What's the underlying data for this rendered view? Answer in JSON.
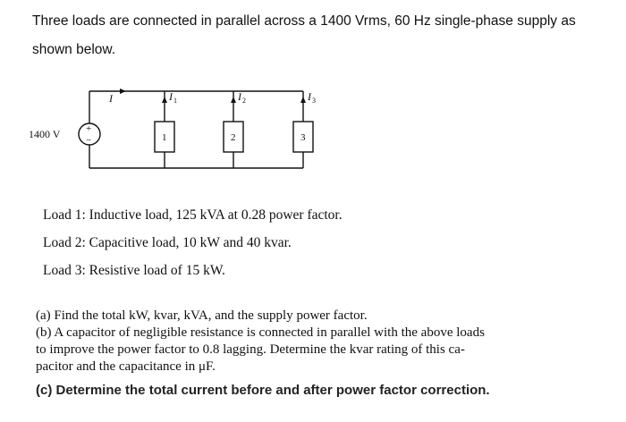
{
  "intro": {
    "line1": "Three loads are connected in parallel across a 1400 Vrms, 60 Hz single-phase supply as",
    "line2": "shown below."
  },
  "circuit": {
    "source_label": "1400 V",
    "plus_sign": "+",
    "minus_sign": "−",
    "current_total": "I",
    "current_1": "I",
    "current_1_sub": "1",
    "current_2": "I",
    "current_2_sub": "2",
    "current_3": "I",
    "current_3_sub": "3",
    "load_1": "1",
    "load_2": "2",
    "load_3": "3"
  },
  "loads": [
    "Load 1: Inductive load, 125 kVA at 0.28 power factor.",
    "Load 2: Capacitive load, 10 kW and 40 kvar.",
    "Load 3: Resistive load of 15 kW."
  ],
  "questions": {
    "a": "(a) Find the total kW, kvar, kVA, and the supply power factor.",
    "b_line1": "(b) A capacitor of negligible resistance is connected in parallel with the above loads",
    "b_line2": "to improve the power factor to 0.8 lagging. Determine the kvar rating of this ca-",
    "b_line3": "pacitor and the capacitance in μF.",
    "c": "(c) Determine the total current before and after power factor correction."
  }
}
